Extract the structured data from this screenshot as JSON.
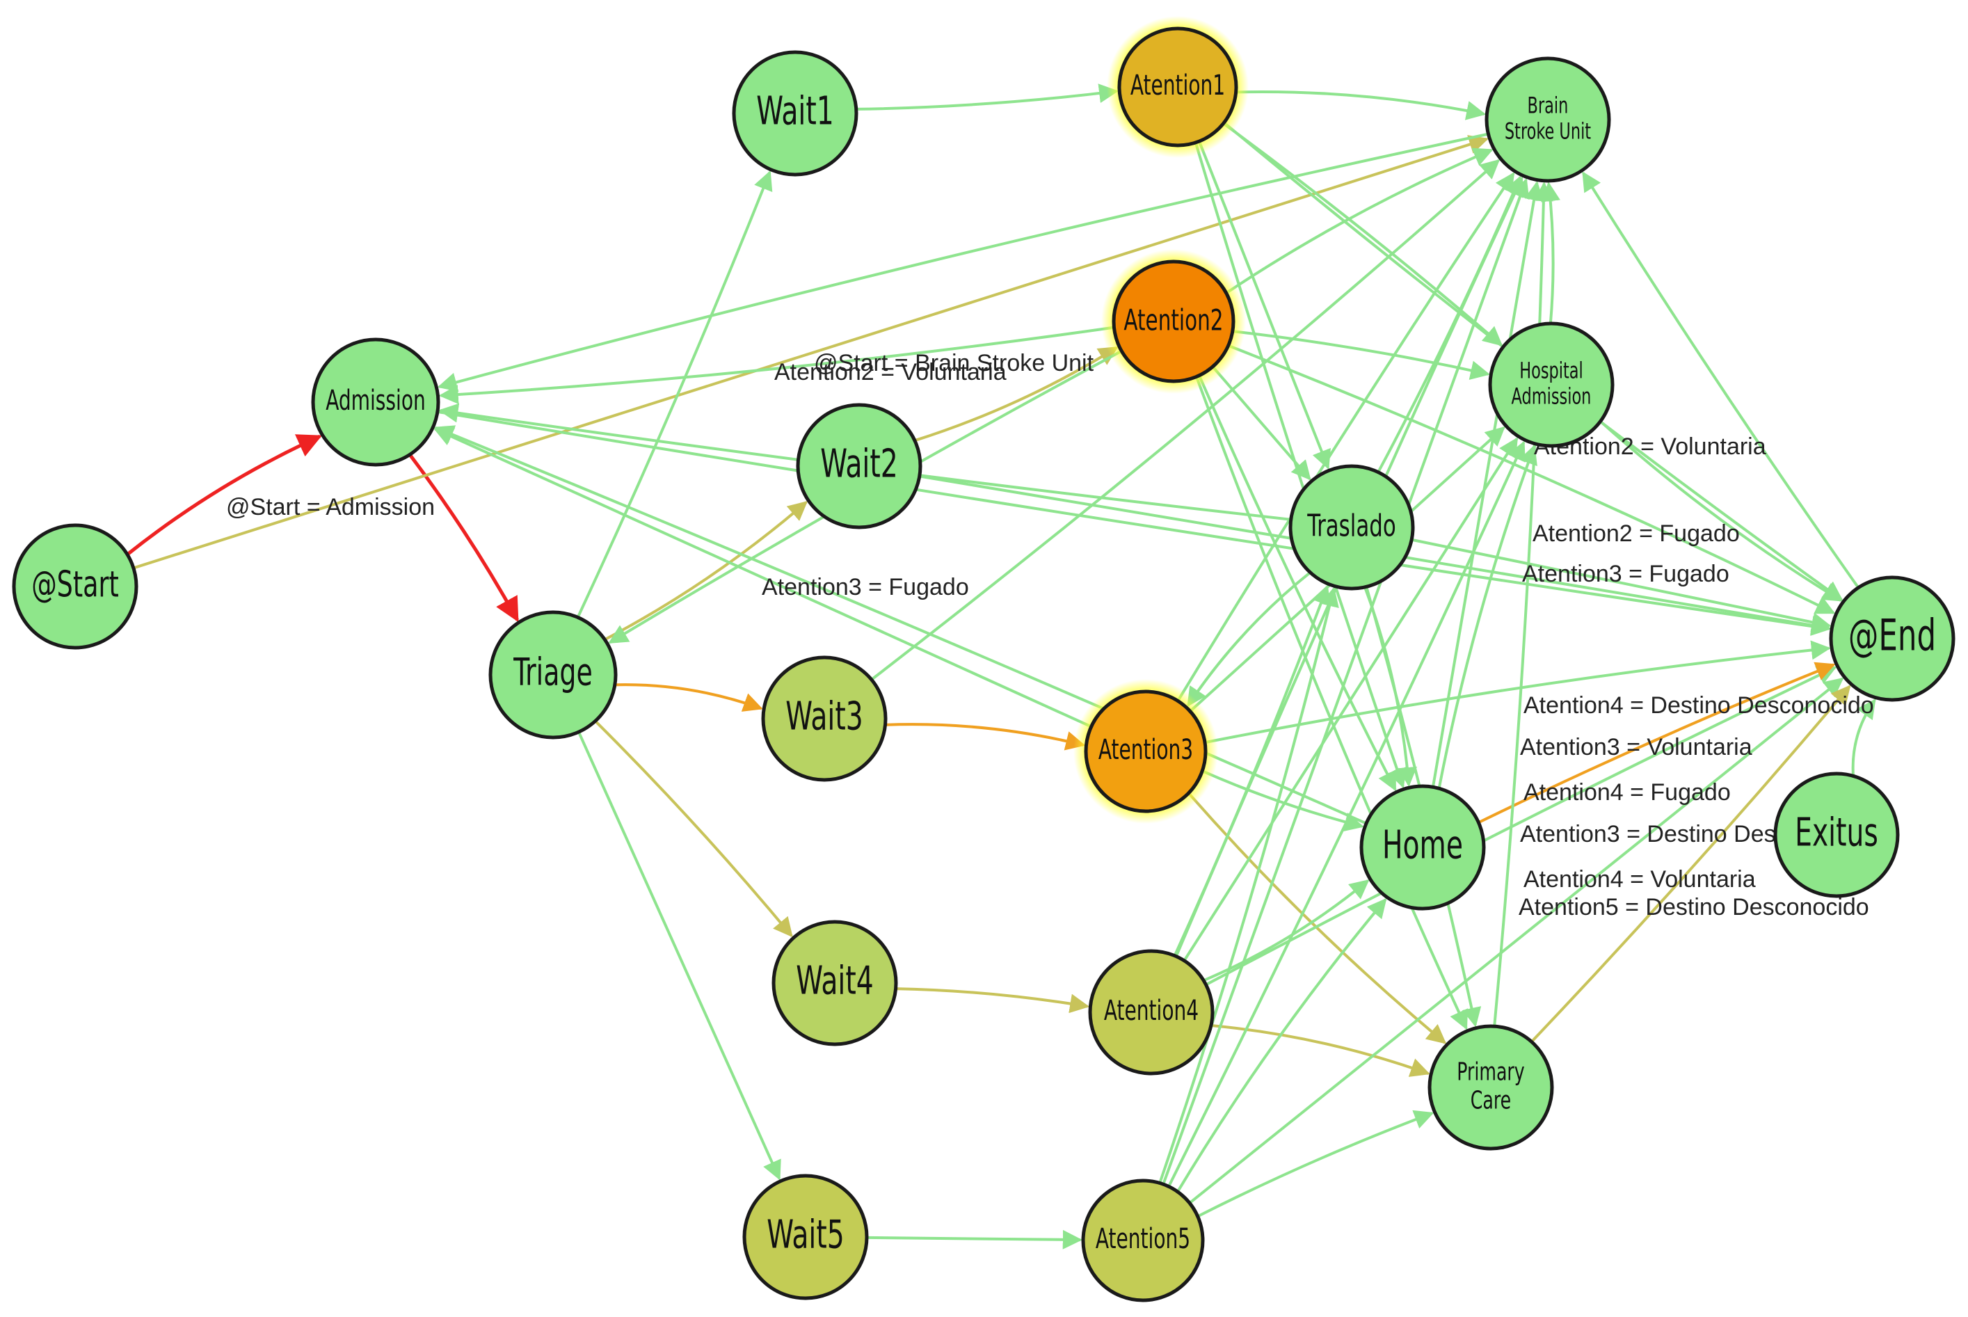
{
  "colors": {
    "edge_default": "#8ee48e",
    "edge_olive": "#c8c35a",
    "edge_orange": "#f0a020",
    "edge_red": "#ee2222",
    "node_green": "#8ee68a",
    "node_olive": "#b7d363",
    "node_olive_dark": "#c3cc55",
    "node_gold": "#e0b224",
    "node_orange": "#f28400",
    "node_orange_light": "#f2a010",
    "halo_yellow": "#ffff33",
    "stroke": "#1a1a1a"
  },
  "nodes": [
    {
      "id": "start",
      "label": "@Start",
      "fill": "node_green"
    },
    {
      "id": "admission",
      "label": "Admission",
      "fill": "node_green"
    },
    {
      "id": "triage",
      "label": "Triage",
      "fill": "node_green"
    },
    {
      "id": "wait1",
      "label": "Wait1",
      "fill": "node_green"
    },
    {
      "id": "wait2",
      "label": "Wait2",
      "fill": "node_green"
    },
    {
      "id": "wait3",
      "label": "Wait3",
      "fill": "node_olive"
    },
    {
      "id": "wait4",
      "label": "Wait4",
      "fill": "node_olive"
    },
    {
      "id": "wait5",
      "label": "Wait5",
      "fill": "node_olive_dark"
    },
    {
      "id": "atention1",
      "label": "Atention1",
      "fill": "node_gold",
      "halo": true
    },
    {
      "id": "atention2",
      "label": "Atention2",
      "fill": "node_orange",
      "halo": true
    },
    {
      "id": "atention3",
      "label": "Atention3",
      "fill": "node_orange_light",
      "halo": true
    },
    {
      "id": "atention4",
      "label": "Atention4",
      "fill": "node_olive_dark"
    },
    {
      "id": "atention5",
      "label": "Atention5",
      "fill": "node_olive_dark"
    },
    {
      "id": "brain",
      "label": "Brain\nStroke Unit",
      "fill": "node_green"
    },
    {
      "id": "hospital",
      "label": "Hospital\nAdmission",
      "fill": "node_green"
    },
    {
      "id": "traslado",
      "label": "Traslado",
      "fill": "node_green"
    },
    {
      "id": "home",
      "label": "Home",
      "fill": "node_green"
    },
    {
      "id": "primary",
      "label": "Primary\nCare",
      "fill": "node_green"
    },
    {
      "id": "exitus",
      "label": "Exitus",
      "fill": "node_green"
    },
    {
      "id": "end",
      "label": "@End",
      "fill": "node_green"
    }
  ],
  "edges": [
    {
      "from": "start",
      "to": "admission",
      "color": "edge_red"
    },
    {
      "from": "admission",
      "to": "triage",
      "color": "edge_red"
    },
    {
      "from": "start",
      "to": "brain",
      "color": "edge_olive"
    },
    {
      "from": "triage",
      "to": "wait1",
      "color": "edge_default"
    },
    {
      "from": "triage",
      "to": "wait2",
      "color": "edge_olive"
    },
    {
      "from": "triage",
      "to": "wait3",
      "color": "edge_orange"
    },
    {
      "from": "triage",
      "to": "wait4",
      "color": "edge_olive"
    },
    {
      "from": "triage",
      "to": "wait5",
      "color": "edge_default"
    },
    {
      "from": "wait1",
      "to": "atention1",
      "color": "edge_default"
    },
    {
      "from": "wait2",
      "to": "atention2",
      "color": "edge_olive"
    },
    {
      "from": "wait3",
      "to": "atention3",
      "color": "edge_orange"
    },
    {
      "from": "wait4",
      "to": "atention4",
      "color": "edge_olive"
    },
    {
      "from": "wait5",
      "to": "atention5",
      "color": "edge_default"
    },
    {
      "from": "atention2",
      "to": "triage",
      "color": "edge_default"
    },
    {
      "from": "brain",
      "to": "admission",
      "color": "edge_default"
    },
    {
      "from": "atention2",
      "to": "admission",
      "color": "edge_default"
    },
    {
      "from": "traslado",
      "to": "admission",
      "color": "edge_default"
    },
    {
      "from": "atention3",
      "to": "admission",
      "color": "edge_default"
    },
    {
      "from": "home",
      "to": "admission",
      "color": "edge_default"
    },
    {
      "from": "wait3",
      "to": "brain",
      "color": "edge_default"
    },
    {
      "from": "atention1",
      "to": "brain",
      "color": "edge_default"
    },
    {
      "from": "atention1",
      "to": "hospital",
      "color": "edge_default"
    },
    {
      "from": "atention1",
      "to": "traslado",
      "color": "edge_default"
    },
    {
      "from": "atention1",
      "to": "home",
      "color": "edge_default"
    },
    {
      "from": "atention1",
      "to": "end",
      "color": "edge_default"
    },
    {
      "from": "atention2",
      "to": "brain",
      "color": "edge_default"
    },
    {
      "from": "atention2",
      "to": "hospital",
      "color": "edge_default"
    },
    {
      "from": "atention2",
      "to": "traslado",
      "color": "edge_default"
    },
    {
      "from": "atention2",
      "to": "home",
      "color": "edge_default"
    },
    {
      "from": "atention2",
      "to": "primary",
      "color": "edge_default"
    },
    {
      "from": "atention2",
      "to": "end",
      "color": "edge_default"
    },
    {
      "from": "atention3",
      "to": "brain",
      "color": "edge_default"
    },
    {
      "from": "atention3",
      "to": "hospital",
      "color": "edge_default"
    },
    {
      "from": "atention3",
      "to": "home",
      "color": "edge_default"
    },
    {
      "from": "atention3",
      "to": "primary",
      "color": "edge_olive"
    },
    {
      "from": "atention3",
      "to": "end",
      "color": "edge_default"
    },
    {
      "from": "atention4",
      "to": "brain",
      "color": "edge_default"
    },
    {
      "from": "atention4",
      "to": "hospital",
      "color": "edge_default"
    },
    {
      "from": "atention4",
      "to": "traslado",
      "color": "edge_default"
    },
    {
      "from": "atention4",
      "to": "home",
      "color": "edge_default"
    },
    {
      "from": "atention4",
      "to": "primary",
      "color": "edge_olive"
    },
    {
      "from": "atention4",
      "to": "end",
      "color": "edge_default"
    },
    {
      "from": "atention5",
      "to": "brain",
      "color": "edge_default"
    },
    {
      "from": "atention5",
      "to": "hospital",
      "color": "edge_default"
    },
    {
      "from": "atention5",
      "to": "traslado",
      "color": "edge_default"
    },
    {
      "from": "atention5",
      "to": "home",
      "color": "edge_default"
    },
    {
      "from": "atention5",
      "to": "primary",
      "color": "edge_default"
    },
    {
      "from": "atention5",
      "to": "end",
      "color": "edge_default"
    },
    {
      "from": "traslado",
      "to": "brain",
      "color": "edge_default"
    },
    {
      "from": "traslado",
      "to": "atention3",
      "color": "edge_default"
    },
    {
      "from": "traslado",
      "to": "home",
      "color": "edge_default"
    },
    {
      "from": "traslado",
      "to": "primary",
      "color": "edge_default"
    },
    {
      "from": "traslado",
      "to": "end",
      "color": "edge_default"
    },
    {
      "from": "hospital",
      "to": "brain",
      "color": "edge_default"
    },
    {
      "from": "hospital",
      "to": "end",
      "color": "edge_default"
    },
    {
      "from": "home",
      "to": "hospital",
      "color": "edge_default"
    },
    {
      "from": "home",
      "to": "end",
      "color": "edge_orange"
    },
    {
      "from": "home",
      "to": "brain",
      "color": "edge_default"
    },
    {
      "from": "primary",
      "to": "end",
      "color": "edge_olive"
    },
    {
      "from": "primary",
      "to": "brain",
      "color": "edge_default"
    },
    {
      "from": "exitus",
      "to": "end",
      "color": "edge_default"
    },
    {
      "from": "end",
      "to": "brain",
      "color": "edge_default"
    },
    {
      "from": "wait2",
      "to": "end",
      "color": "edge_default"
    },
    {
      "from": "admission",
      "to": "end",
      "color": "edge_default"
    }
  ],
  "edge_labels": [
    "@Start = Brain Stroke Unit",
    "Atention2 = Voluntaria",
    "@Start = Admission",
    "Atention3 = Fugado",
    "Atention2 = Voluntaria",
    "Atention2 = Fugado",
    "Atention3 = Fugado",
    "Atention4 = Destino Desconocido",
    "Atention3 = Voluntaria",
    "Atention4 = Fugado",
    "Atention3 = Destino Desconocido",
    "Atention4 = Voluntaria",
    "Atention5 = Destino Desconocido"
  ]
}
